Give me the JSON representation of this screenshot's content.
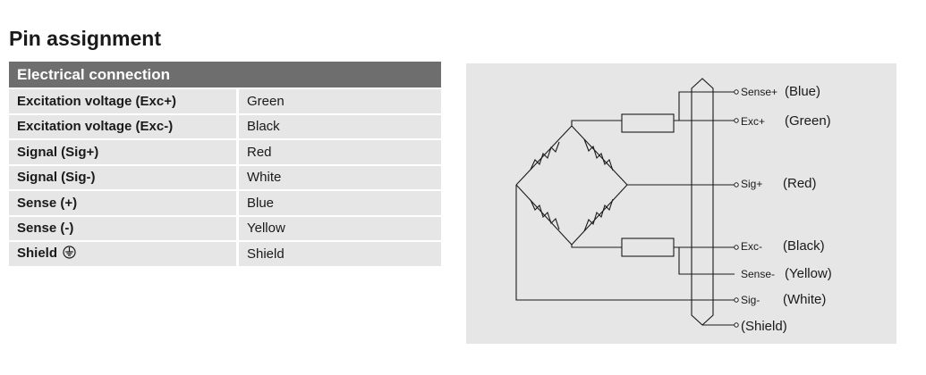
{
  "page": {
    "title": "Pin assignment"
  },
  "table": {
    "header": "Electrical connection",
    "rows": [
      {
        "signal": "Excitation voltage (Exc+)",
        "color": "Green"
      },
      {
        "signal": "Excitation voltage (Exc-)",
        "color": "Black"
      },
      {
        "signal": "Signal (Sig+)",
        "color": "Red"
      },
      {
        "signal": "Signal (Sig-)",
        "color": "White"
      },
      {
        "signal": "Sense (+)",
        "color": "Blue"
      },
      {
        "signal": "Sense (-)",
        "color": "Yellow"
      },
      {
        "signal": "Shield",
        "color": "Shield",
        "icon": "ground-symbol-icon"
      }
    ]
  },
  "diagram": {
    "terminals": [
      {
        "pin": "Sense+",
        "wire": "(Blue)"
      },
      {
        "pin": "Exc+",
        "wire": "(Green)"
      },
      {
        "pin": "Sig+",
        "wire": "(Red)"
      },
      {
        "pin": "Exc-",
        "wire": "(Black)"
      },
      {
        "pin": "Sense-",
        "wire": "(Yellow)"
      },
      {
        "pin": "Sig-",
        "wire": "(White)"
      },
      {
        "pin": "",
        "wire": "(Shield)"
      }
    ]
  }
}
